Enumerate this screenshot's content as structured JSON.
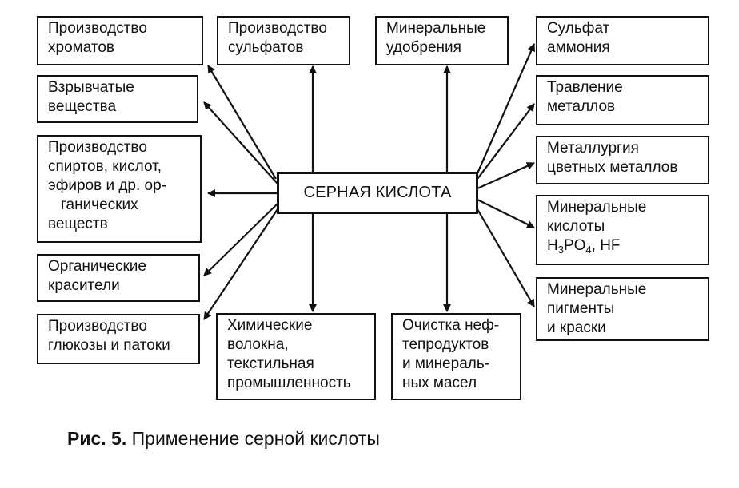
{
  "center": "СЕРНАЯ КИСЛОТА",
  "boxes": {
    "chromates": [
      "Производство",
      "хроматов"
    ],
    "sulfates": [
      "Производство",
      "сульфатов"
    ],
    "fertilizers": [
      "Минеральные",
      "удобрения"
    ],
    "ammonium": [
      "Сульфат",
      "аммония"
    ],
    "explosives": [
      "Взрывчатые",
      "вещества"
    ],
    "organics": [
      "Производство",
      "спиртов, кислот,",
      "эфиров и др. ор-",
      "ганических",
      "веществ"
    ],
    "dyes": [
      "Органические",
      "красители"
    ],
    "glucose": [
      "Производство",
      "глюкозы и патоки"
    ],
    "fibers": [
      "Химические",
      "волокна,",
      "текстильная",
      "промышленность"
    ],
    "refining": [
      "Очистка неф-",
      "тепродуктов",
      "и минераль-",
      "ных масел"
    ],
    "etching": [
      "Травление",
      "металлов"
    ],
    "metallurgy": [
      "Металлургия",
      "цветных металлов"
    ],
    "acids": {
      "line1": "Минеральные",
      "line2": "кислоты",
      "h": "H",
      "h_sub": "3",
      "po": "PO",
      "po_sub": "4",
      "hf": ", HF"
    },
    "pigments": [
      "Минеральные",
      "пигменты",
      "и краски"
    ]
  },
  "caption": {
    "label": "Рис. 5.",
    "text": "Применение серной кислоты"
  }
}
